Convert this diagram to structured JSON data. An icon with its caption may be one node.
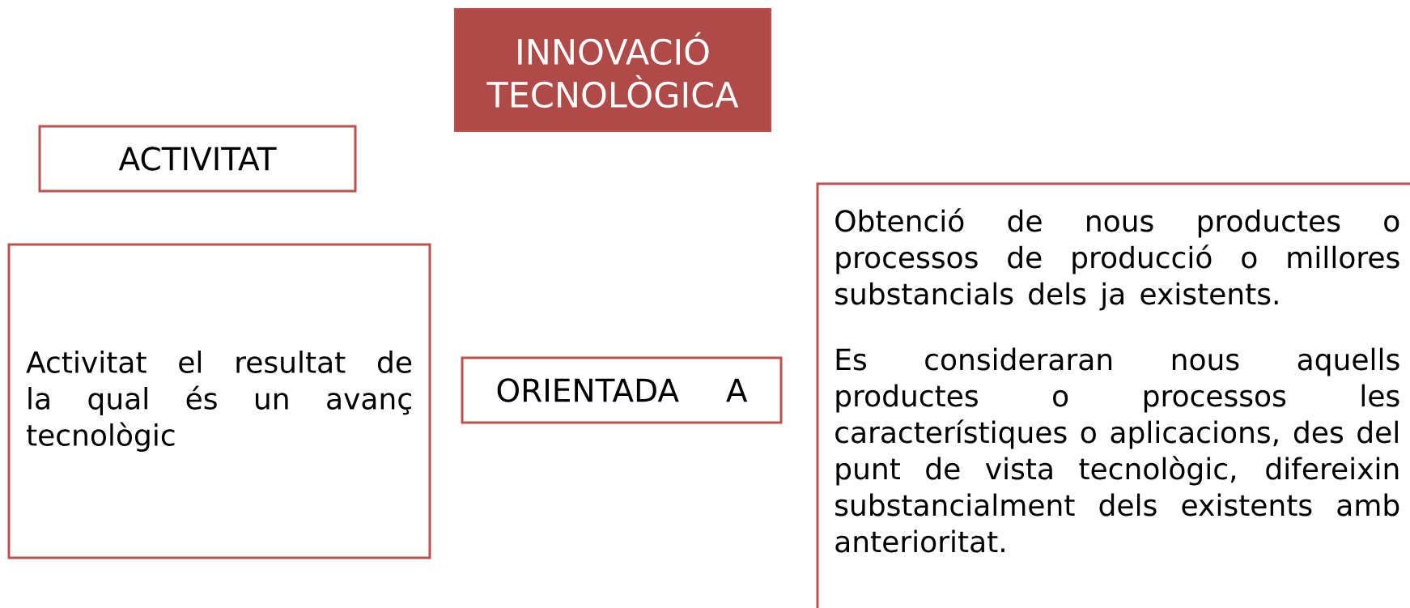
{
  "diagram": {
    "nodes": [
      {
        "text": [
          "INNOVACIÓ TECNOLÒGICA"
        ]
      },
      {
        "text": [
          "ACTIVITAT"
        ]
      },
      {
        "text": [
          "Activitat el resultat de la qual és un avanç tecnològic"
        ]
      },
      {
        "text": [
          "ORIENTADA A"
        ]
      },
      {
        "text": [
          "Obtenció de nous productes o processos de producció o millores substancials dels ja existents.",
          "Es consideraran nous aquells productes o processos les característiques o aplicacions, des del punt de vista tecnològic, difereixin substancialment dels existents amb anterioritat."
        ]
      }
    ]
  }
}
